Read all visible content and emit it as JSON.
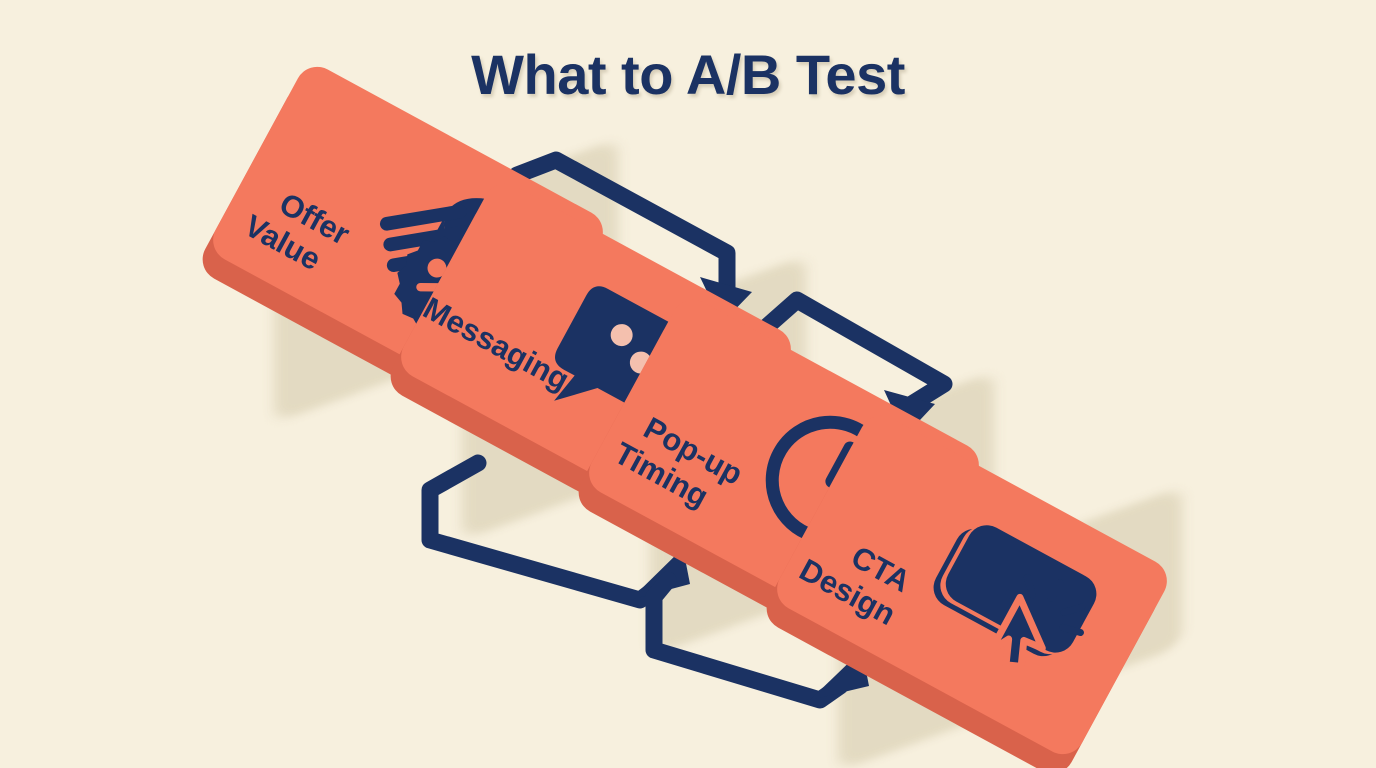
{
  "page": {
    "title": "What to A/B Test",
    "background_color": "#F7F0DE",
    "accent_navy": "#1B3263",
    "card_top_color": "#F4795E",
    "card_side_color": "#D9624B",
    "shadow_color": "#E2D9C0"
  },
  "diagram": {
    "type": "isometric-flowchart",
    "direction": "top-left to bottom-right, zig-zag connectors",
    "steps": [
      {
        "index": 1,
        "label_line1": "Offer",
        "label_line2": "Value",
        "icon": "coins-percent-icon",
        "icon_description": "stack of coins with percentage discount badge"
      },
      {
        "index": 2,
        "label_line1": "Messaging",
        "label_line2": "",
        "icon": "speech-bubble-icon",
        "icon_description": "speech bubble with three dots"
      },
      {
        "index": 3,
        "label_line1": "Pop-up",
        "label_line2": "Timing",
        "icon": "clock-timer-icon",
        "icon_description": "clock face with circular arrow"
      },
      {
        "index": 4,
        "label_line1": "CTA",
        "label_line2": "Design",
        "icon": "cursor-click-button-icon",
        "icon_description": "button with mouse cursor click burst"
      }
    ],
    "connectors": [
      {
        "from": "Offer Value",
        "to": "Messaging"
      },
      {
        "from": "Messaging",
        "to": "Pop-up Timing"
      },
      {
        "from": "Messaging",
        "to": "Pop-up Timing",
        "side": "lower-left"
      },
      {
        "from": "Pop-up Timing",
        "to": "CTA Design"
      }
    ]
  }
}
